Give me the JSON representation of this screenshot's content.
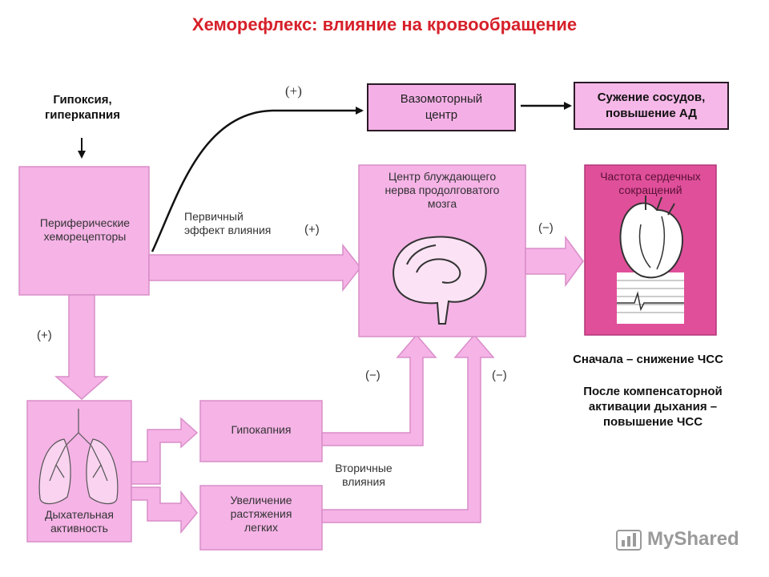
{
  "title": "Хеморефлекс: влияние на кровообращение",
  "stimulus": {
    "line1": "Гипоксия,",
    "line2": "гиперкапния"
  },
  "nodes": {
    "peripheral": {
      "line1": "Периферические",
      "line2": "хеморецепторы"
    },
    "vasomotor": {
      "line1": "Вазомоторный",
      "line2": "центр"
    },
    "vasoconstriction": {
      "line1": "Сужение сосудов,",
      "line2": "повышение АД"
    },
    "vagus": {
      "line1": "Центр блуждающего",
      "line2": "нерва продолговатого",
      "line3": "мозга"
    },
    "heart": {
      "line1": "Частота сердечных",
      "line2": "сокращений"
    },
    "respiratory": {
      "line1": "Дыхательная",
      "line2": "активность"
    },
    "hypocapnia": "Гипокапния",
    "stretch": {
      "line1": "Увеличение",
      "line2": "растяжения",
      "line3": "легких"
    }
  },
  "edge_labels": {
    "primary": {
      "line1": "Первичный",
      "line2": "эффект влияния"
    },
    "secondary": {
      "line1": "Вторичные",
      "line2": "влияния"
    },
    "plus": "(+)",
    "minus": "(−)"
  },
  "notes": {
    "first": "Сначала – снижение ЧСС",
    "after": {
      "line1": "После компенсаторной",
      "line2": "активации дыхания –",
      "line3": "повышение ЧСС"
    }
  },
  "watermark": {
    "text": "MyShared",
    "icon": "myshared-logo-icon"
  },
  "colors": {
    "title": "#d6202a",
    "pink": "#f5b3e6",
    "pink_dark": "#f7a6e0",
    "heart": "#e04f9a"
  }
}
